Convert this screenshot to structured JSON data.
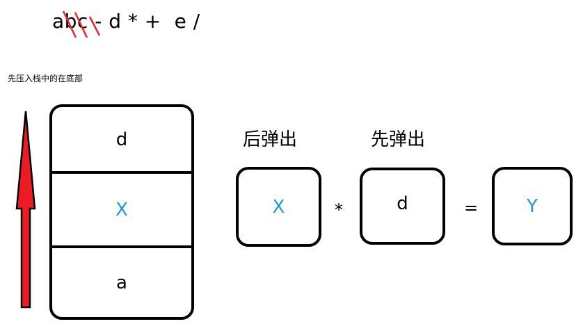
{
  "expression": {
    "text": "abc - d * +  e /",
    "struck_out_chars": [
      "b",
      "c",
      "-"
    ],
    "strike_color": "#e8242b"
  },
  "note": "先压入栈中的在底部",
  "stack": {
    "arrow_color": "#ed1c24",
    "cells_top_to_bottom": [
      {
        "value": "d",
        "color": "#000000"
      },
      {
        "value": "X",
        "color": "#1b9ad6"
      },
      {
        "value": "a",
        "color": "#000000"
      }
    ]
  },
  "operation": {
    "left_label": "后弹出",
    "right_label": "先弹出",
    "left_operand": "X",
    "operator": "*",
    "right_operand": "d",
    "equals": "=",
    "result": "Y",
    "highlight_color": "#1b9ad6"
  }
}
